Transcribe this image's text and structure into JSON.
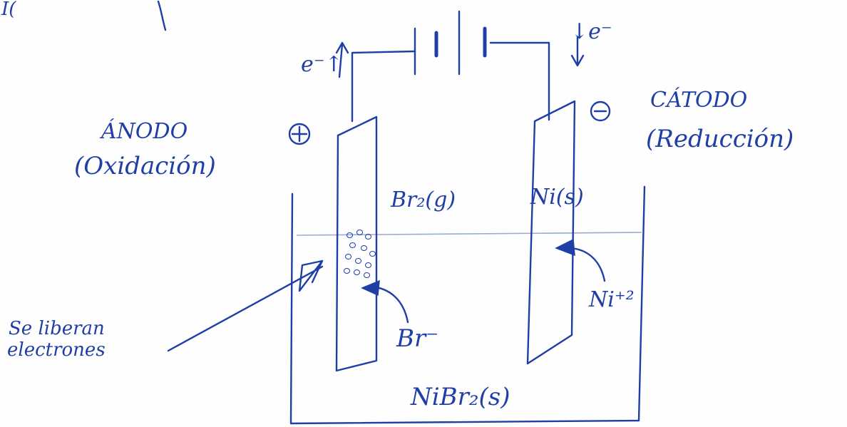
{
  "labels": {
    "electron_left": "e⁻↑",
    "electron_right": "↓e⁻",
    "anode_title": "ÁNODO",
    "anode_sub": "(Oxidación)",
    "anode_sign": "+",
    "cathode_title": "CÁTODO",
    "cathode_sub": "(Reducción)",
    "cathode_sign": "−",
    "br2_gas": "Br₂(g)",
    "ni_solid": "Ni(s)",
    "br_ion": "Br⁻",
    "ni_ion": "Ni⁺²",
    "released_line1": "Se liberan",
    "released_line2": "electrones",
    "electrolyte": "NiBr₂(s)",
    "corner_mark": "I("
  },
  "colors": {
    "ink": "#1f3fa6",
    "paper": "#fefefe",
    "water_line": "#9aa9d6"
  }
}
